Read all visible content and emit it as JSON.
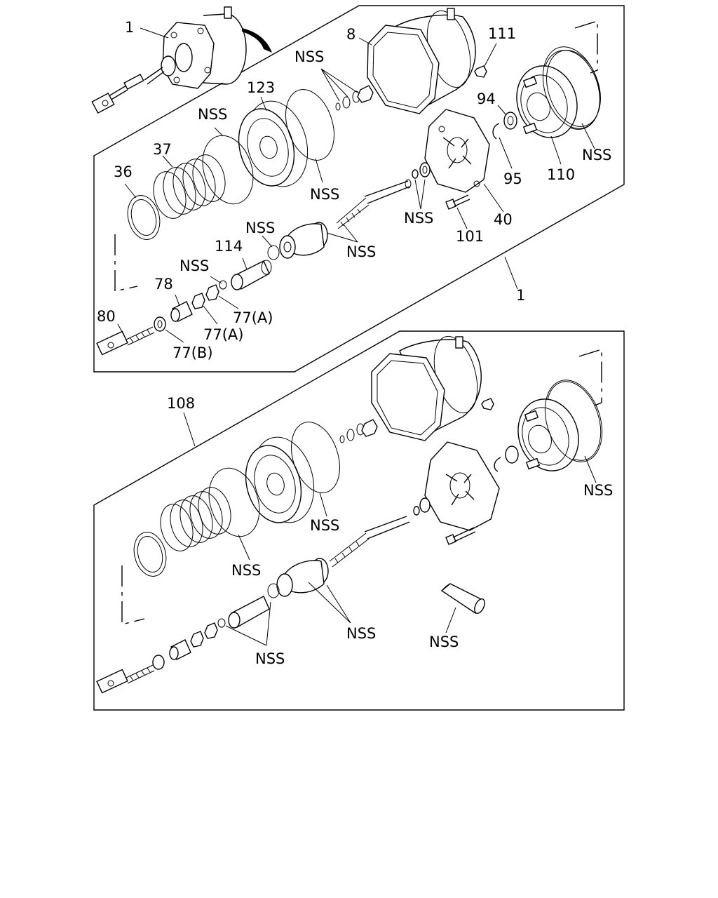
{
  "labels": {
    "a1_top": "1",
    "a8": "8",
    "a111": "111",
    "a94": "94",
    "a95": "95",
    "a110": "110",
    "a40": "40",
    "a101": "101",
    "a123": "123",
    "a37": "37",
    "a36": "36",
    "a114": "114",
    "a78": "78",
    "a80": "80",
    "a77a_1": "77(A)",
    "a77a_2": "77(A)",
    "a77b": "77(B)",
    "a1_box": "1",
    "a108": "108",
    "nss": "NSS"
  }
}
